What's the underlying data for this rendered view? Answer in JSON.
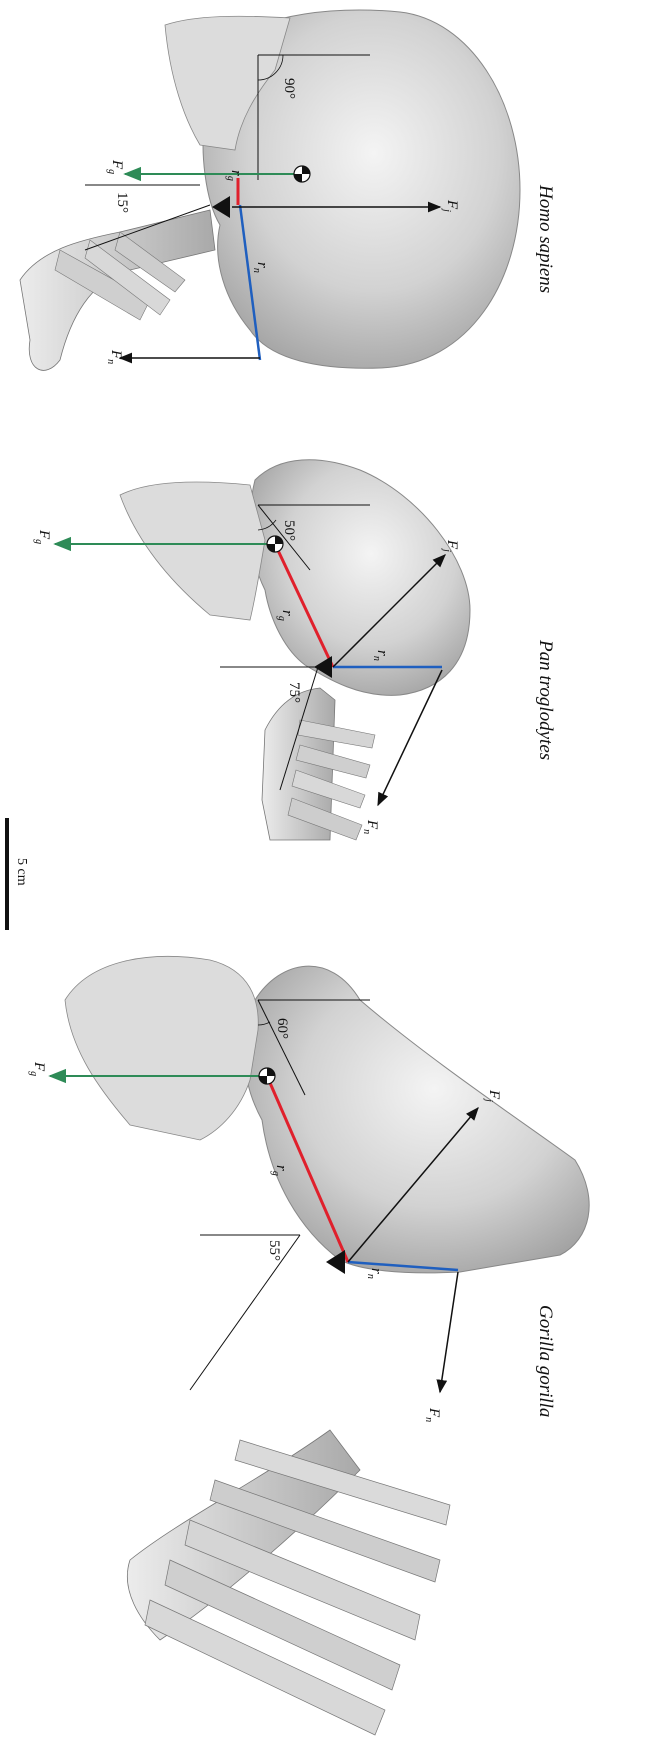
{
  "panels": [
    {
      "species": "Homo sapiens",
      "angle_upper": "90°",
      "angle_lower": "15°",
      "force_labels": {
        "gravity": "F",
        "gravity_sub": "g",
        "joint": "F",
        "joint_sub": "j",
        "neck": "F",
        "neck_sub": "n"
      },
      "arm_labels": {
        "gravity": "r",
        "gravity_sub": "g",
        "neck": "r",
        "neck_sub": "n"
      }
    },
    {
      "species": "Pan troglodytes",
      "angle_upper": "50°",
      "angle_lower": "75°",
      "force_labels": {
        "gravity": "F",
        "gravity_sub": "g",
        "joint": "F",
        "joint_sub": "j",
        "neck": "F",
        "neck_sub": "n"
      },
      "arm_labels": {
        "gravity": "r",
        "gravity_sub": "g",
        "neck": "r",
        "neck_sub": "n"
      }
    },
    {
      "species": "Gorilla gorilla",
      "angle_upper": "60°",
      "angle_lower": "55°",
      "force_labels": {
        "gravity": "F",
        "gravity_sub": "g",
        "joint": "F",
        "joint_sub": "j",
        "neck": "F",
        "neck_sub": "n"
      },
      "arm_labels": {
        "gravity": "r",
        "gravity_sub": "g",
        "neck": "r",
        "neck_sub": "n"
      }
    }
  ],
  "scale_bar": {
    "label": "5 cm"
  },
  "colors": {
    "gravity_force": "#2e8b57",
    "gravity_arm": "#e0202c",
    "neck_arm": "#1f5fbf",
    "lines": "#111111",
    "bone_light": "#e4e4e4",
    "bone_mid": "#b8b8b8",
    "bone_dark": "#8a8a8a"
  }
}
